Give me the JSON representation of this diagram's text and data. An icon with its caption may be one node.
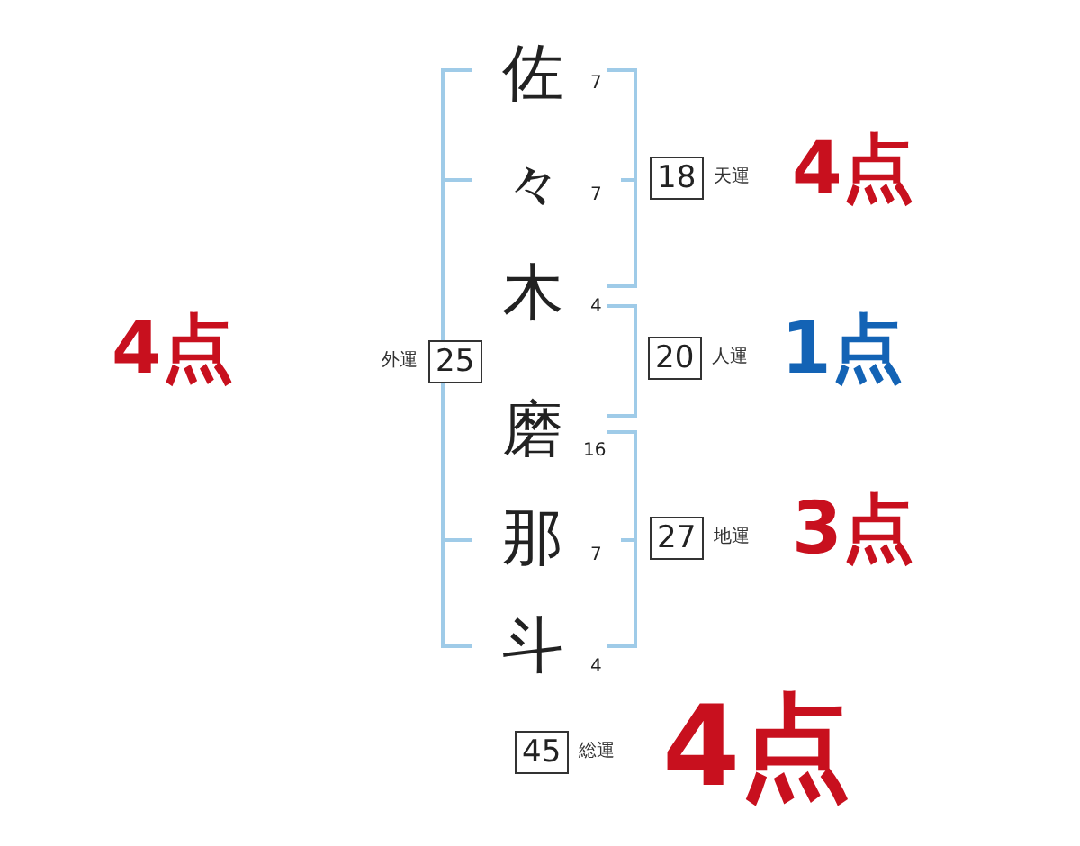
{
  "diagram": {
    "nodes": [
      {
        "text": [
          "25"
        ],
        "beside": [
          "外運"
        ]
      },
      {
        "text": [
          "18"
        ],
        "beside": [
          "天運"
        ]
      },
      {
        "text": [
          "20"
        ],
        "beside": [
          "人運"
        ]
      },
      {
        "text": [
          "27"
        ],
        "beside": [
          "地運"
        ]
      },
      {
        "text": [
          "45"
        ],
        "beside": [
          "総運"
        ]
      }
    ],
    "labels": [
      "佐",
      "7",
      "々",
      "7",
      "4点",
      "木",
      "4",
      "4点",
      "1点",
      "磨",
      "16",
      "那",
      "7",
      "3点",
      "斗",
      "4",
      "4点"
    ]
  }
}
